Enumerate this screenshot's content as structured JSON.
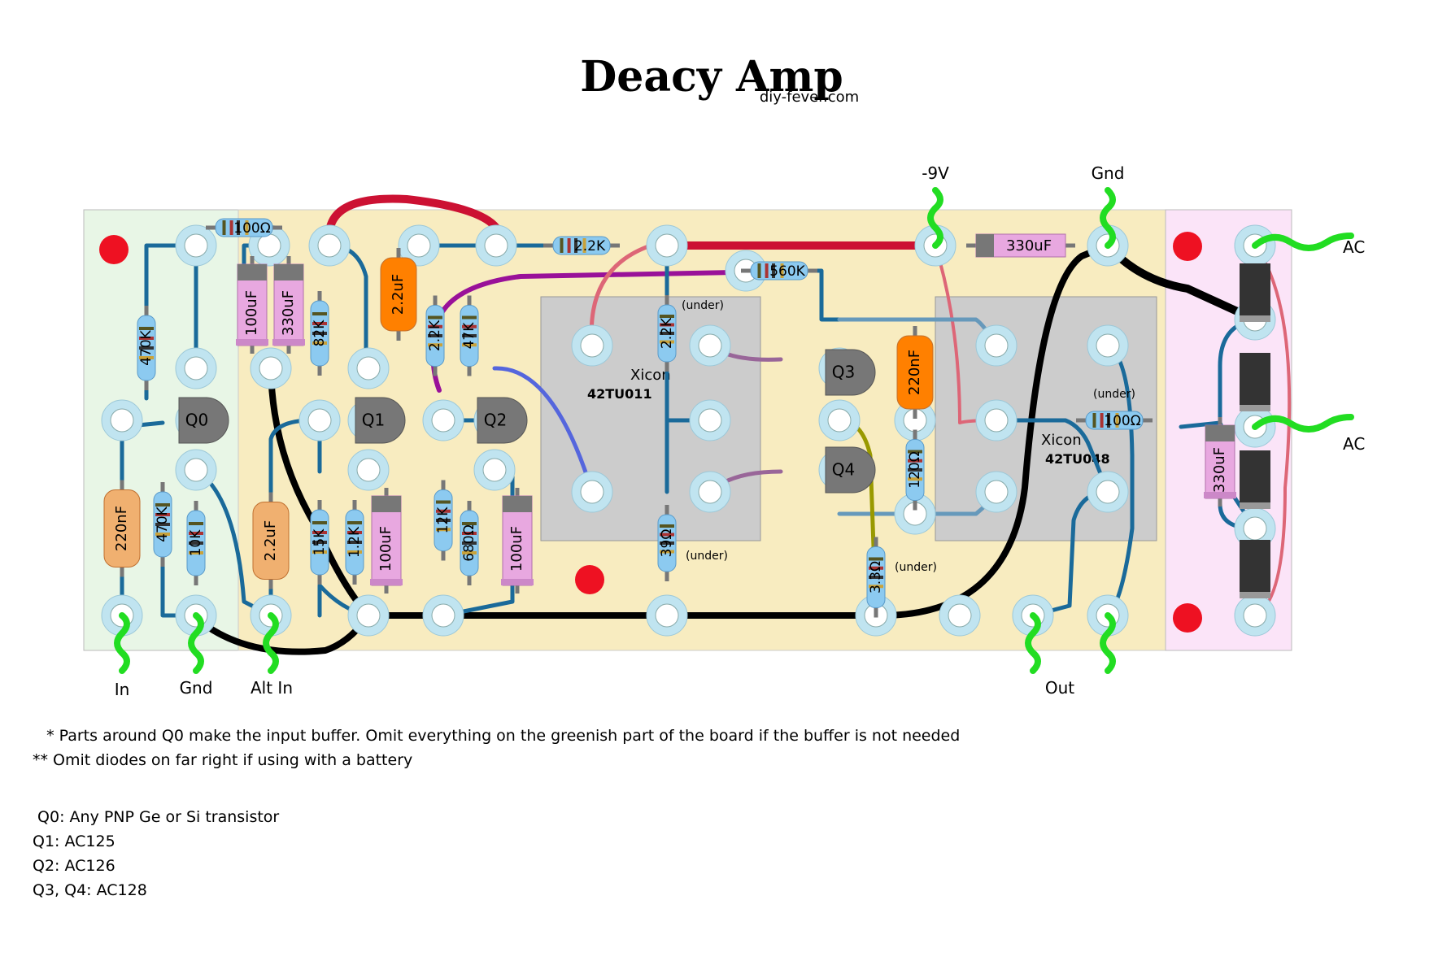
{
  "title": "Deacy Amp",
  "subtitle": "diy-fever.com",
  "wire_labels": {
    "neg9v": "-9V",
    "gnd_top": "Gnd",
    "ac1": "AC",
    "ac2": "AC",
    "in": "In",
    "gnd_bottom": "Gnd",
    "alt_in": "Alt In",
    "out": "Out"
  },
  "transformers": [
    {
      "brand": "Xicon",
      "model": "42TU011"
    },
    {
      "brand": "Xicon",
      "model": "42TU048"
    }
  ],
  "transistors": [
    "Q0",
    "Q1",
    "Q2",
    "Q3",
    "Q4"
  ],
  "resistors": [
    "100Ω",
    "470K",
    "470K",
    "10K",
    "82K",
    "15K",
    "1.2K",
    "2.2K",
    "47K",
    "12K",
    "680Ω",
    "2.2K",
    "2.2K",
    "560K",
    "39Ω",
    "120Ω",
    "3.3Ω",
    "100Ω"
  ],
  "capacitors": [
    "100uF",
    "330uF",
    "2.2uF",
    "220nF",
    "2.2uF",
    "100uF",
    "100uF",
    "220nF",
    "330uF",
    "330uF"
  ],
  "under_label": "(under)",
  "notes": [
    "  * Parts around Q0 make the input buffer. Omit everything on the greenish part of the board if the buffer is not needed",
    "** Omit diodes on far right if using with a battery",
    "",
    " Q0: Any PNP Ge or Si transistor",
    "Q1: AC125",
    "Q2: AC126",
    "Q3, Q4: AC128"
  ],
  "colors": {
    "board_main": "#f8ecc0",
    "board_buffer": "#e8f6e6",
    "board_power": "#fbe4f8",
    "pad": "#c0e4f0",
    "transformer": "#cccccc",
    "wire_blue": "#1a6a9a",
    "wire_red": "#cc1133",
    "wire_purple": "#991199",
    "wire_green": "#22dd22",
    "electrolytic": "#e8a8e0",
    "film_cap": "#f0b070",
    "ceramic_cap": "#ff8000",
    "resistor": "#8ccaf0"
  }
}
